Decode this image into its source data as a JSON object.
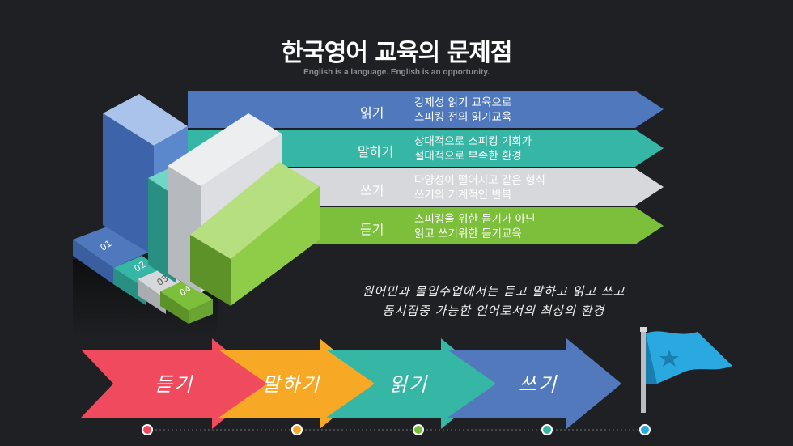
{
  "header": {
    "title": "한국영어 교육의 문제점",
    "subtitle": "English is a language. English is an opportunity."
  },
  "bands": [
    {
      "label": "읽기",
      "line1": "강제성 읽기 교육으로",
      "line2": "스피킹 전의 읽기교육",
      "color": "#4f78bd"
    },
    {
      "label": "말하기",
      "line1": "상대적으로 스피킹 기회가",
      "line2": "절대적으로 부족한 환경",
      "color": "#36b6a5"
    },
    {
      "label": "쓰기",
      "line1": "다양성이 떨어지고 같은 형식",
      "line2": "쓰기의 기계적인 반복",
      "color": "#d6d8db"
    },
    {
      "label": "듣기",
      "line1": "스피킹을 위한 듣기가 아닌",
      "line2": "읽고 쓰기위한 듣기교육",
      "color": "#7cbf3a"
    }
  ],
  "blocks": [
    "01",
    "02",
    "03",
    "04"
  ],
  "note": {
    "line1": "원어민과 몰입수업에서는 듣고 말하고 읽고 쓰고",
    "line2": "동시집중 가능한 언어로서의 최상의 환경"
  },
  "steps": [
    {
      "label": "듣기",
      "color": "#f04a5e"
    },
    {
      "label": "말하기",
      "color": "#f7a824"
    },
    {
      "label": "읽기",
      "color": "#36b6a5"
    },
    {
      "label": "쓰기",
      "color": "#5379bd"
    }
  ],
  "dot_colors": [
    "#f04a5e",
    "#f7a824",
    "#7cbf3a",
    "#36b6a5",
    "#27a9e1"
  ],
  "flag_color": "#29a9df",
  "flag_icon": "star-icon"
}
